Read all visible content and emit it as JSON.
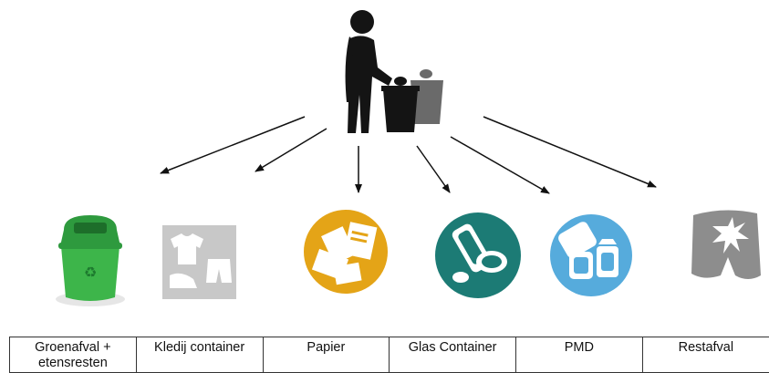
{
  "categories": [
    {
      "label": "Groenafval + etensresten",
      "icon": "green-bin-icon",
      "color": "#3db54a"
    },
    {
      "label": "Kledij container",
      "icon": "clothing-icon",
      "color": "#c8c8c8"
    },
    {
      "label": "Papier",
      "icon": "paper-icon",
      "color": "#e4a417"
    },
    {
      "label": "Glas Container",
      "icon": "glass-icon",
      "color": "#1c7b75"
    },
    {
      "label": "PMD",
      "icon": "pmd-icon",
      "color": "#56abdc"
    },
    {
      "label": "Restafval",
      "icon": "residual-waste-icon",
      "color": "#8d8d8d"
    }
  ],
  "central_figure_icon": "person-throwing-trash-icon"
}
